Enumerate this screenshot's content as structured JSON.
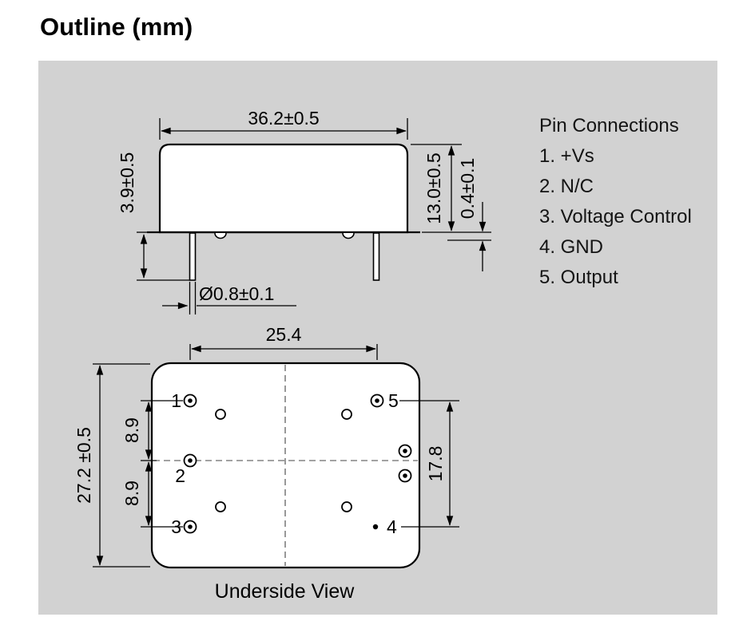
{
  "title": "Outline (mm)",
  "side_view": {
    "width": "36.2±0.5",
    "pin_length": "3.9±0.5",
    "body_height": "13.0±0.5",
    "standoff_height": "0.4±0.1",
    "pin_diameter": "Ø0.8±0.1"
  },
  "underside_view": {
    "caption": "Underside View",
    "pin_span_horizontal": "25.4",
    "body_height": "27.2 ±0.5",
    "pitch_upper": "8.9",
    "pitch_lower": "8.9",
    "pin_span_vertical": "17.8",
    "pin_labels": [
      "1",
      "2",
      "3",
      "4",
      "5"
    ]
  },
  "pin_connections": {
    "title": "Pin Connections",
    "items": [
      "1. +Vs",
      "2. N/C",
      "3. Voltage Control",
      "4. GND",
      "5. Output"
    ]
  },
  "colors": {
    "panel_bg": "#d2d2d2",
    "line": "#000000",
    "fill": "#ffffff"
  }
}
